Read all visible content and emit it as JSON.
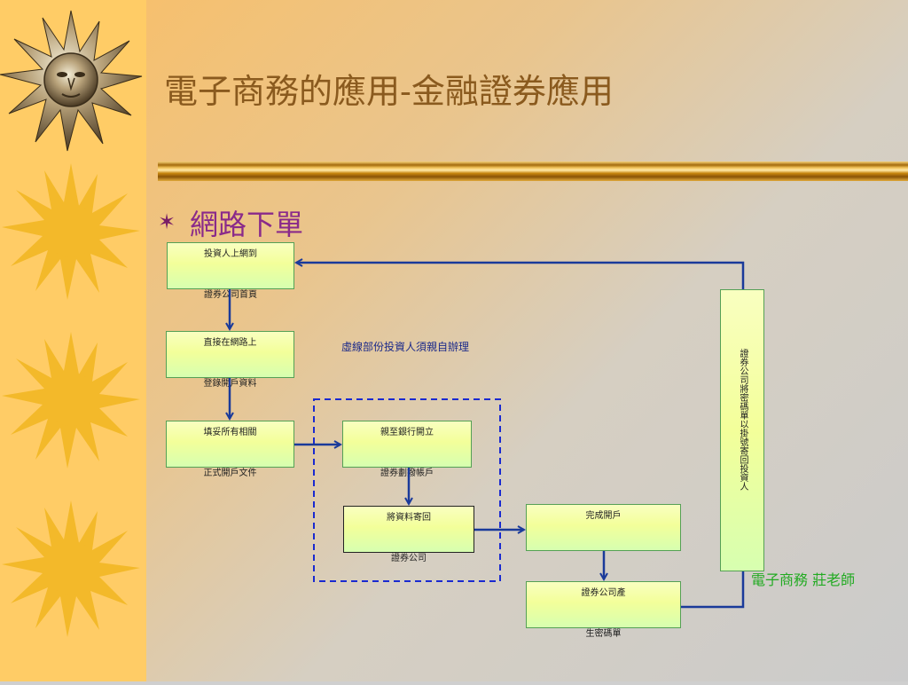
{
  "title": {
    "part1": "電子商務的應用",
    "part2": "-金融證券應用"
  },
  "bullet": {
    "text": "網路下單"
  },
  "boxes": {
    "b1": {
      "line1": "投資人上網到",
      "line2": "證券公司首頁"
    },
    "b2": {
      "line1": "直接在網路上",
      "line2": "登錄開戶資料"
    },
    "b3": {
      "line1": "填妥所有相關",
      "line2": "正式開戶文件"
    },
    "b4": {
      "line1": "親至銀行開立",
      "line2": "證券劃撥帳戶"
    },
    "b5": {
      "line1": "將資料寄回",
      "line2": "證券公司"
    },
    "b6": {
      "line1": "完成開戶",
      "line2": ""
    },
    "b7": {
      "line1": "證券公司產",
      "line2": "生密碼單"
    },
    "vertical": "證券公司將密碼單以掛號寄回投資人"
  },
  "note": "虛線部份投資人須親自辦理",
  "footer": "電子商務  莊老師",
  "colors": {
    "arrow": "#1a3a9a",
    "dashed": "#1a2ad0",
    "title": "#8a5a1e",
    "bullet": "#8a2a8a",
    "footer": "#22aa22"
  }
}
